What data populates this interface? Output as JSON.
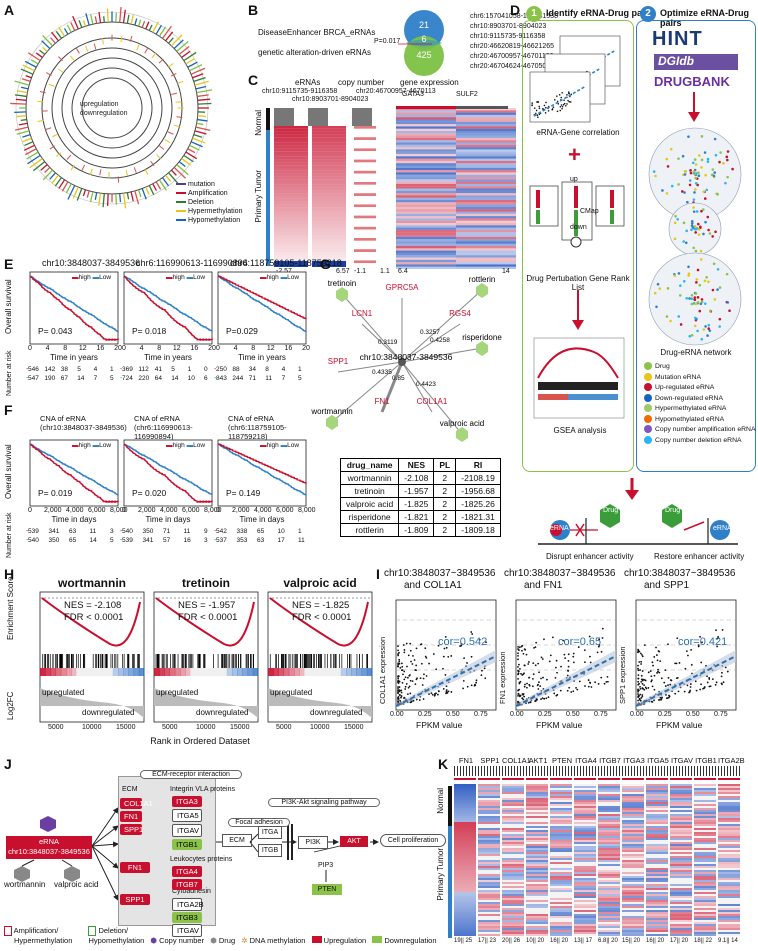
{
  "panels": {
    "A": "A",
    "B": "B",
    "C": "C",
    "D": "D",
    "E": "E",
    "F": "F",
    "G": "G",
    "H": "H",
    "I": "I",
    "J": "J",
    "K": "K"
  },
  "panelA": {
    "center_up": "upregulation",
    "center_down": "downregulation",
    "legend": [
      {
        "label": "mutation",
        "color": "#5b3a8c"
      },
      {
        "label": "Amplification",
        "color": "#c8102e"
      },
      {
        "label": "Deletion",
        "color": "#2e7d32"
      },
      {
        "label": "Hypermethylation",
        "color": "#e6c619"
      },
      {
        "label": "Hypomethylation",
        "color": "#1565c0"
      }
    ]
  },
  "panelB": {
    "set1": "DiseaseEnhancer BRCA_eRNAs",
    "set2": "genetic alteration-driven eRNAs",
    "only1": "21",
    "overlap": "6",
    "only2": "425",
    "pvalue": "P=0.017",
    "list": [
      "chr6:157041058-157041538",
      "chr10:8903701-8904023",
      "chr10:9115735-9116358",
      "chr20:46620819-46621265",
      "chr20:46700957-46701130",
      "chr20:46704624-46705027"
    ]
  },
  "panelC": {
    "h1": "eRNAs",
    "h2": "copy number",
    "h3": "gene expression",
    "loci1": "chr10:9115735-9116358",
    "loci2": "chr20:46700957-4670113",
    "loci3": "chr10:8903701-8904023",
    "gene1": "GATA3",
    "gene2": "SULF2",
    "row_normal": "Normal",
    "row_tumor": "Primary Tumor",
    "scale1_min": "-2.57",
    "scale1_max": "6.57",
    "scale2_min": "-1.1",
    "scale2_max": "1.1",
    "scale3_min": "6.4",
    "scale3_max": "14"
  },
  "panelD": {
    "step1_num": "1",
    "step1_title": "Identify eRNA-Drug pairs",
    "step2_num": "2",
    "step2_title": "Optimize eRNA-Drug pairs",
    "corr_label": "eRNA-Gene correlation",
    "plus": "+",
    "cmap_label": "CMap",
    "rank_label": "Drug Pertubation Gene Rank List",
    "gsea_label": "GSEA analysis",
    "up": "up",
    "down": "down",
    "db1": "HINT",
    "db2": "DGIdb",
    "db3": "DRUGBANK",
    "network_label": "Drug-eRNA network",
    "legend": [
      {
        "label": "Drug",
        "color": "#8bc34a"
      },
      {
        "label": "Mutation eRNA",
        "color": "#e6c619"
      },
      {
        "label": "Up-regulated eRNA",
        "color": "#c8102e"
      },
      {
        "label": "Down-regulated eRNA",
        "color": "#1565c0"
      },
      {
        "label": "Hypermethylated eRNA",
        "color": "#9ccc65"
      },
      {
        "label": "Hypomethylated eRNA",
        "color": "#ef6c00"
      },
      {
        "label": "Copy number amplification eRNA",
        "color": "#7e57c2"
      },
      {
        "label": "Copy number deletion eRNA",
        "color": "#29b6f6"
      }
    ],
    "disrupt": "Disrupt enhancer activity",
    "restore": "Restore enhancer activity",
    "drug": "Drug",
    "erna": "eRNA"
  },
  "panelE": {
    "titles": [
      "chr10:3848037-3849536",
      "chr6:116990613-116990894",
      "chr6:118759105-118759218"
    ],
    "pvals": [
      "P= 0.043",
      "P= 0.018",
      "P=0.029"
    ],
    "ylabel": "Overall survival",
    "xlabel": "Time in years",
    "risk_label": "Number at risk",
    "legend_high": "high",
    "legend_low": "Low",
    "xticks": [
      "0",
      "4",
      "8",
      "12",
      "16",
      "20"
    ],
    "yticks": [
      "0.0",
      "0.5",
      "1.0"
    ],
    "risk_high": [
      [
        "546",
        "142",
        "38",
        "5",
        "4",
        "1"
      ],
      [
        "369",
        "112",
        "41",
        "5",
        "1",
        "0"
      ],
      [
        "250",
        "88",
        "34",
        "8",
        "4",
        "1"
      ]
    ],
    "risk_low": [
      [
        "547",
        "190",
        "67",
        "14",
        "7",
        "5"
      ],
      [
        "724",
        "220",
        "64",
        "14",
        "10",
        "6"
      ],
      [
        "843",
        "244",
        "71",
        "11",
        "7",
        "5"
      ]
    ]
  },
  "panelF": {
    "titles": [
      "CNA of eRNA\n(chr10:3848037-3849536)",
      "CNA of eRNA\n(chr6:116990613-116990894)",
      "CNA of eRNA\n(chr6:118759105-118759218)"
    ],
    "t1a": "CNA of eRNA",
    "t1b": "(chr10:3848037-3849536)",
    "t2a": "CNA of eRNA",
    "t2b": "(chr6:116990613-116990894)",
    "t3a": "CNA of eRNA",
    "t3b": "(chr6:118759105-118759218)",
    "pvals": [
      "P= 0.019",
      "P= 0.020",
      "P= 0.149"
    ],
    "ylabel": "Overall survival",
    "xlabel": "Time in days",
    "risk_label": "Number at risk",
    "legend_high": "high",
    "legend_low": "Low",
    "xticks": [
      "0",
      "2,000",
      "4,000",
      "6,000",
      "8,000"
    ],
    "risk_high": [
      [
        "539",
        "341",
        "63",
        "11",
        "3"
      ],
      [
        "540",
        "350",
        "71",
        "11",
        "9"
      ],
      [
        "542",
        "338",
        "65",
        "10",
        "1"
      ]
    ],
    "risk_low": [
      [
        "540",
        "350",
        "65",
        "14",
        "5"
      ],
      [
        "539",
        "341",
        "57",
        "16",
        "3"
      ],
      [
        "537",
        "353",
        "63",
        "17",
        "11"
      ]
    ]
  },
  "panelG": {
    "center": "chr10:3848037-3849536",
    "nodes": [
      "tretinoin",
      "GPRC5A",
      "rottlerin",
      "LCN1",
      "RGS4",
      "risperidone",
      "SPP1",
      "wortmannin",
      "FN1",
      "COL1A1",
      "valproic acid"
    ],
    "edges": [
      "0.3119",
      "0.3257",
      "0.4258",
      "0.4335",
      "0.85",
      "0.4423"
    ],
    "table_headers": [
      "drug_name",
      "NES",
      "PL",
      "RI"
    ],
    "table_rows": [
      [
        "wortmannin",
        "-2.108",
        "2",
        "-2108.19"
      ],
      [
        "tretinoin",
        "-1.957",
        "2",
        "-1956.68"
      ],
      [
        "valproic acid",
        "-1.825",
        "2",
        "-1825.26"
      ],
      [
        "risperidone",
        "-1.821",
        "2",
        "-1821.31"
      ],
      [
        "rottlerin",
        "-1.809",
        "2",
        "-1809.18"
      ]
    ]
  },
  "panelH": {
    "drugs": [
      "wortmannin",
      "tretinoin",
      "valproic acid"
    ],
    "nes": [
      "NES = -2.108",
      "NES = -1.957",
      "NES = -1.825"
    ],
    "fdr": [
      "FDR < 0.0001",
      "FDR < 0.0001",
      "FDR < 0.0001"
    ],
    "ylabel_top": "Enrichment Score",
    "ylabel_bottom": "Log2FC",
    "xlabel": "Rank in Ordered Dataset",
    "up": "upregulated",
    "down": "downregulated",
    "xticks": [
      "5000",
      "10000",
      "15000"
    ]
  },
  "panelI": {
    "titles": [
      [
        "chr10:3848037~3849536",
        "and COL1A1"
      ],
      [
        "chr10:3848037~3849536",
        "and FN1"
      ],
      [
        "chr10:3848037~3849536",
        "and SPP1"
      ]
    ],
    "t1a": "chr10:3848037~3849536",
    "t1b": "and COL1A1",
    "t2a": "chr10:3848037~3849536",
    "t2b": "and FN1",
    "t3a": "chr10:3848037~3849536",
    "t3b": "and SPP1",
    "cors": [
      "cor=0.542",
      "cor=0.65",
      "cor=0.421"
    ],
    "ylabels": [
      "COL1A1 expression",
      "FN1 expression",
      "SPP1 expression"
    ],
    "xlabel": "FPKM value",
    "xticks": [
      "0.00",
      "0.25",
      "0.50",
      "0.75"
    ]
  },
  "panelJ": {
    "erna": "eRNA",
    "erna_loc": "chr10:3848037-3849536",
    "drug1": "wortmannin",
    "drug2": "valproic acid",
    "ecm_receptor": "ECM-receptor interaction",
    "integrin": "Integrin VLA proteins",
    "leuko": "Leukocytes proteins",
    "cyto": "Cytoadhesin",
    "ecm": "ECM",
    "pathway2": "PI3K-Akt signaling pathway",
    "focal": "Focal adhesion",
    "ecm2": "ECM",
    "itga": "ITGA",
    "itgb": "ITGB",
    "pi3k": "PI3K",
    "akt": "AKT",
    "pip3": "PIP3",
    "pten": "PTEN",
    "prolif": "Cell proliferation",
    "ecm_genes": [
      "COL1A1",
      "FN1",
      "SPP1"
    ],
    "int_genes": [
      "ITGA3",
      "ITGA5",
      "ITGAV",
      "ITGB1"
    ],
    "fn1b": "FN1",
    "spp1b": "SPP1",
    "leuko_genes": [
      "ITGA4",
      "ITGB7"
    ],
    "cyto_genes": [
      "ITGA2B",
      "ITGB3",
      "ITGAV"
    ],
    "legend": {
      "amp": "Amplification/",
      "amp2": "Hypermethylation",
      "del": "Deletion/",
      "del2": "Hypomethylation",
      "cn": "Copy number",
      "drug": "Drug",
      "meth": "DNA methylation",
      "up": "Upregulation",
      "down": "Downregulation"
    }
  },
  "panelK": {
    "genes": [
      "FN1",
      "SPP1",
      "COL1A1",
      "AKT1",
      "PTEN",
      "ITGA4",
      "ITGB7",
      "ITGA3",
      "ITGA5",
      "ITGAV",
      "ITGB1",
      "ITGA2B"
    ],
    "row_normal": "Normal",
    "row_tumor": "Primary Tumor",
    "scales": [
      "19",
      "25",
      "17",
      "23",
      "20",
      "26",
      "10",
      "20",
      "16",
      "20",
      "13",
      "17",
      "6.8",
      "20",
      "15",
      "20",
      "16",
      "20",
      "17",
      "20",
      "18",
      "22",
      "9.1",
      "14"
    ]
  }
}
